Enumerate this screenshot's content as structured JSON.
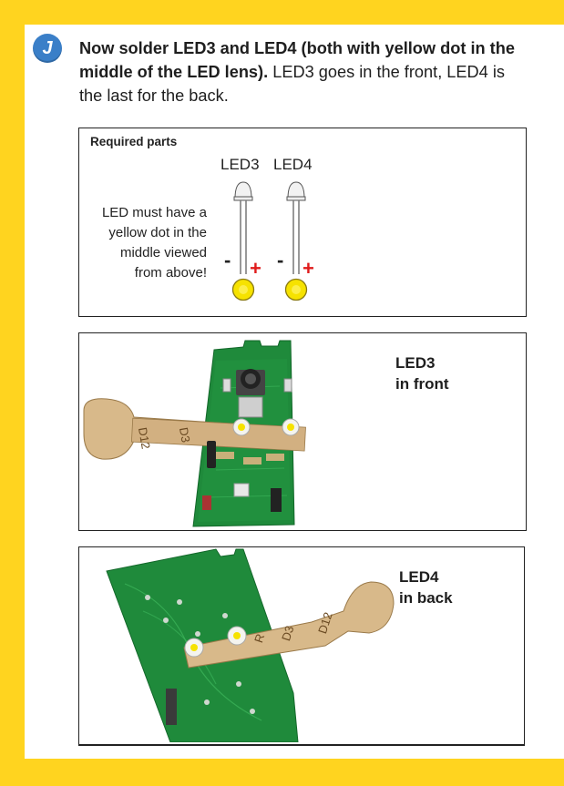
{
  "step": {
    "letter": "J",
    "text_bold": "Now solder LED3 and LED4 (both with yellow dot in the middle of the LED lens).",
    "text_rest": "LED3 goes in the front, LED4 is the last for the back."
  },
  "parts": {
    "heading": "Required parts",
    "led_a": "LED3",
    "led_b": "LED4",
    "minus": "-",
    "plus": "+",
    "note": "LED must have a yellow dot in the middle viewed from above!"
  },
  "photo_front": {
    "caption_line1": "LED3",
    "caption_line2": "in front",
    "jig_label_d12": "D12",
    "jig_label_d3": "D3"
  },
  "photo_back": {
    "caption_line1": "LED4",
    "caption_line2": "in back",
    "jig_label_r": "R",
    "jig_label_d3": "D3",
    "jig_label_d12": "D12"
  },
  "colors": {
    "page_frame": "#ffd41f",
    "badge": "#3a7fc8",
    "led_dot": "#f6e200",
    "plus_sign": "#e01b1b",
    "pcb_green": "#1f8a3b",
    "wood": "#d8b98a"
  }
}
